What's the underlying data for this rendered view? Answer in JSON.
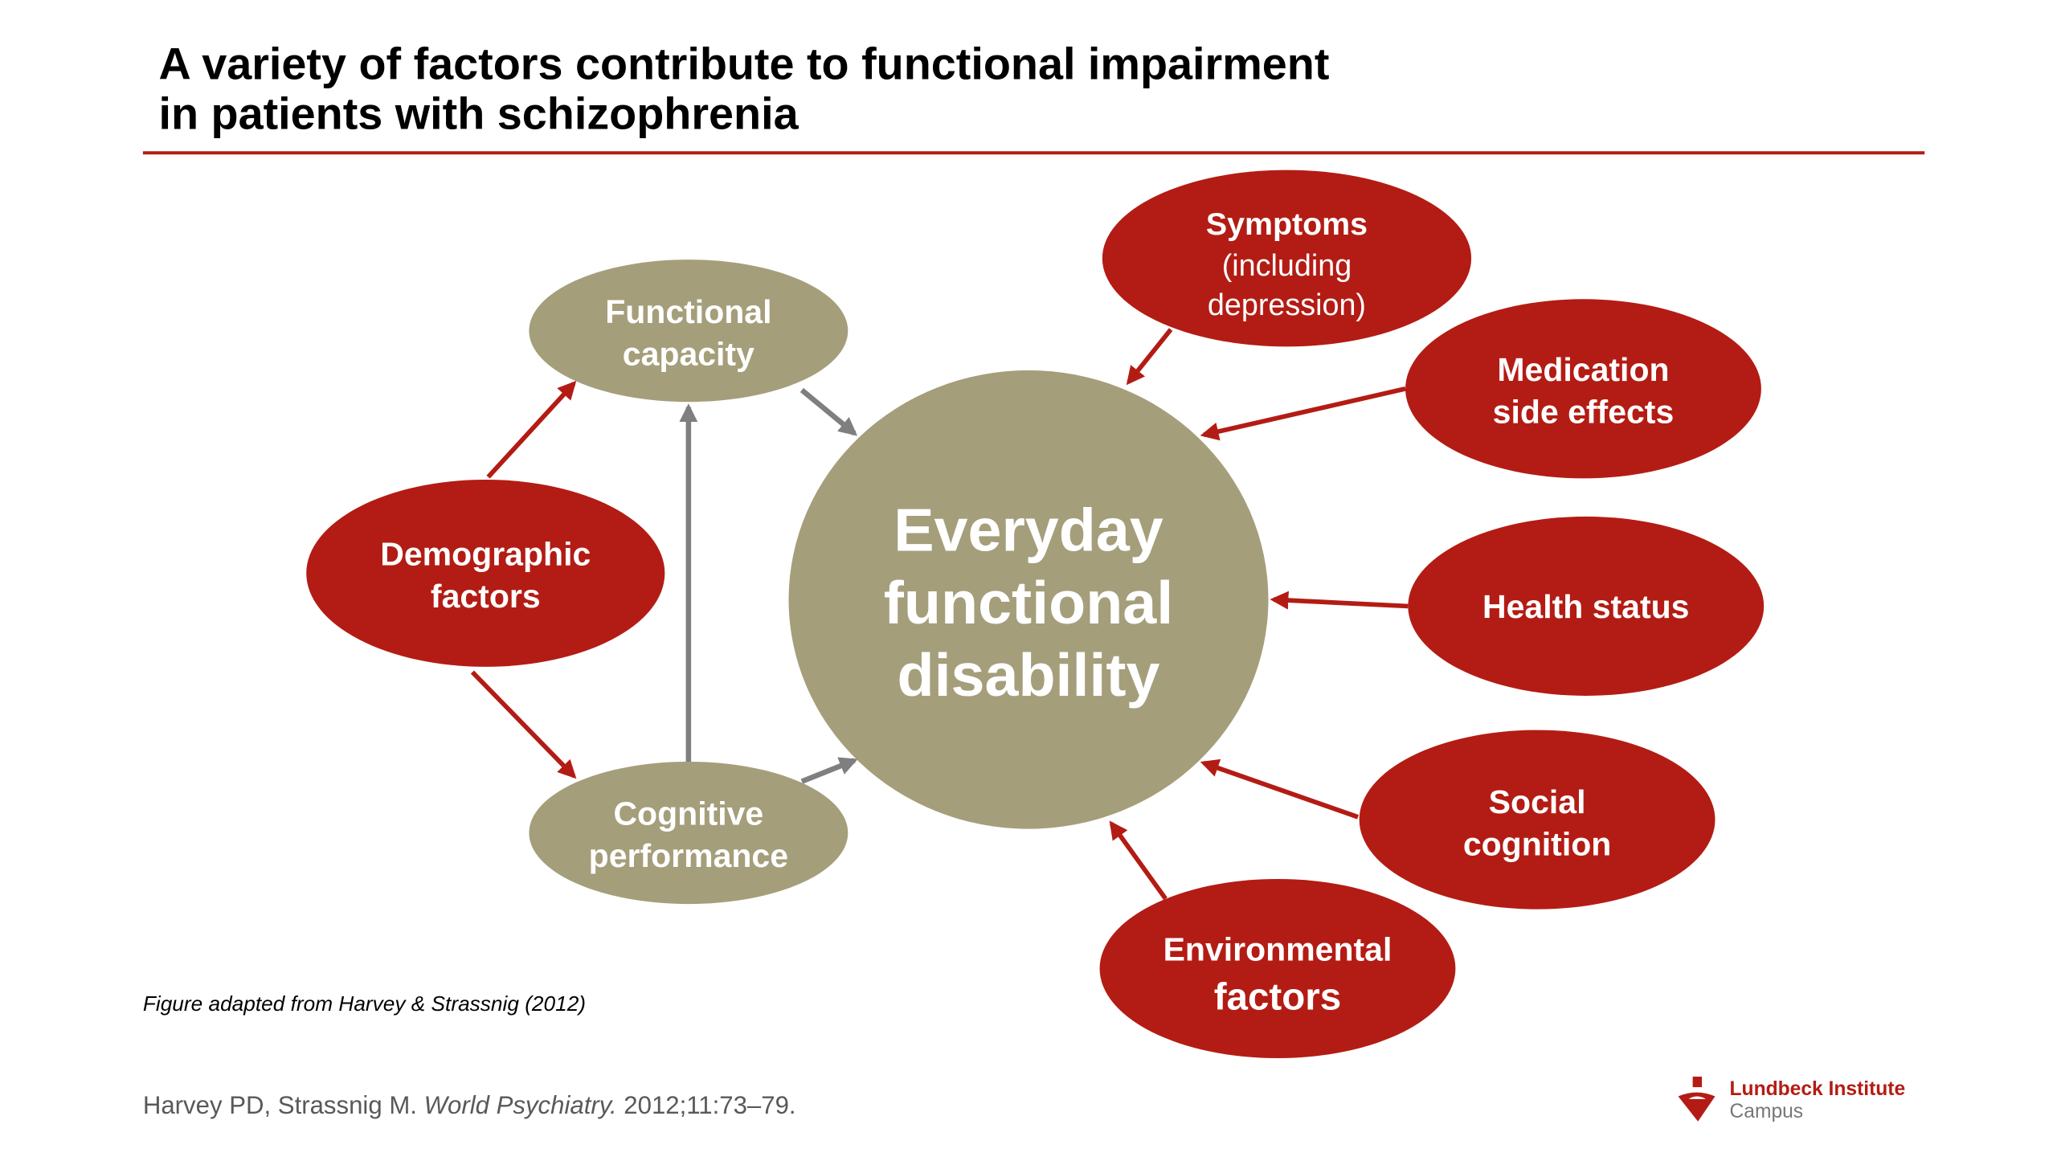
{
  "title": {
    "line1": "A variety of factors contribute to functional impairment",
    "line2": "in patients with schizophrenia"
  },
  "colors": {
    "accent_red": "#b31c14",
    "neutral_khaki": "#a59e7b",
    "arrow_gray": "#7f7f7f"
  },
  "center": {
    "line1": "Everyday",
    "line2": "functional",
    "line3": "disability"
  },
  "nodes": {
    "functional_capacity": {
      "line1": "Functional",
      "line2": "capacity"
    },
    "cognitive_performance": {
      "line1": "Cognitive",
      "line2": "performance"
    },
    "demographic": {
      "line1": "Demographic",
      "line2": "factors"
    },
    "symptoms": {
      "line1": "Symptoms",
      "line2": "(including",
      "line3": "depression)"
    },
    "medication": {
      "line1": "Medication",
      "line2": "side effects"
    },
    "health": {
      "line1": "Health status"
    },
    "social": {
      "line1": "Social",
      "line2": "cognition"
    },
    "environmental": {
      "line1": "Environmental",
      "line2": "factors"
    }
  },
  "footnote": "Figure adapted from Harvey & Strassnig (2012)",
  "citation": {
    "authors": "Harvey PD, Strassnig M. ",
    "journal": "World Psychiatry.",
    "rest": " 2012;11:73–79."
  },
  "logo": {
    "name": "Lundbeck Institute",
    "sub": "Campus"
  }
}
